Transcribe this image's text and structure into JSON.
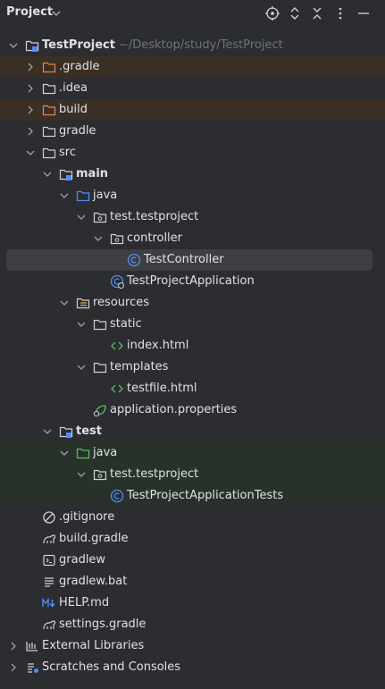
{
  "panel": {
    "title": "Project"
  },
  "tree": {
    "root": {
      "name": "TestProject",
      "path": "~/Desktop/study/TestProject"
    },
    "items": [
      {
        "label": ".gradle"
      },
      {
        "label": ".idea"
      },
      {
        "label": "build"
      },
      {
        "label": "gradle"
      },
      {
        "label": "src"
      },
      {
        "label": "main"
      },
      {
        "label": "java"
      },
      {
        "label": "test.testproject"
      },
      {
        "label": "controller"
      },
      {
        "label": "TestController"
      },
      {
        "label": "TestProjectApplication"
      },
      {
        "label": "resources"
      },
      {
        "label": "static"
      },
      {
        "label": "index.html"
      },
      {
        "label": "templates"
      },
      {
        "label": "testfile.html"
      },
      {
        "label": "application.properties"
      },
      {
        "label": "test"
      },
      {
        "label": "java"
      },
      {
        "label": "test.testproject"
      },
      {
        "label": "TestProjectApplicationTests"
      },
      {
        "label": ".gitignore"
      },
      {
        "label": "build.gradle"
      },
      {
        "label": "gradlew"
      },
      {
        "label": "gradlew.bat"
      },
      {
        "label": "HELP.md"
      },
      {
        "label": "settings.gradle"
      },
      {
        "label": "External Libraries"
      },
      {
        "label": "Scratches and Consoles"
      }
    ]
  },
  "colors": {
    "background": "#2b2d30",
    "selection": "#3d3f43",
    "excluded_bg": "#3a2f25",
    "test_bg": "#28322a",
    "folder_blue": "#548af7",
    "folder_orange": "#e08855",
    "test_green": "#5fb865"
  },
  "icons": {
    "header": [
      "locate-icon",
      "expand-icon",
      "collapse-icon",
      "more-icon",
      "minimize-icon"
    ]
  }
}
